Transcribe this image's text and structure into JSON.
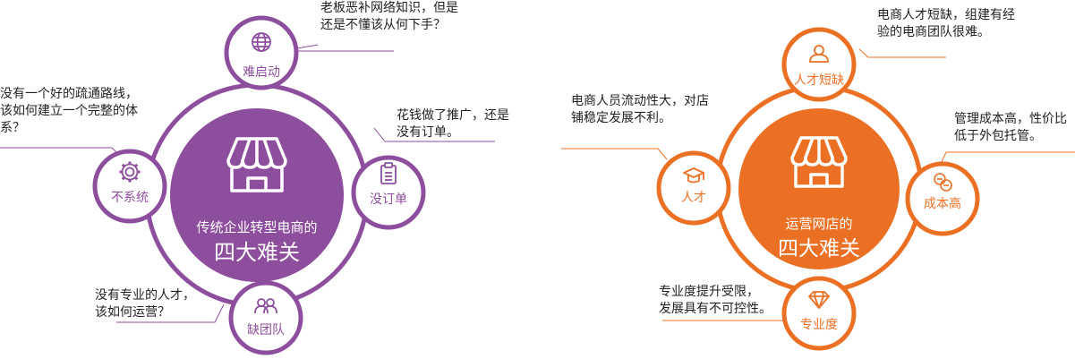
{
  "colors": {
    "purple": "#8e4e9e",
    "orange": "#ec7024",
    "text": "#222222",
    "white": "#ffffff"
  },
  "left": {
    "center": {
      "icon": "shop-storefront-icon",
      "line1": "传统企业转型电商的",
      "line2": "四大难关"
    },
    "nodes": {
      "top": {
        "label": "难启动",
        "icon": "globe-icon"
      },
      "right": {
        "label": "没订单",
        "icon": "clipboard-icon"
      },
      "bottom": {
        "label": "缺团队",
        "icon": "team-icon"
      },
      "left": {
        "label": "不系统",
        "icon": "gear-icon"
      }
    },
    "notes": {
      "top": {
        "line1": "老板恶补网络知识，但是",
        "line2": "还是不懂该从何下手？"
      },
      "right": {
        "line1": "花钱做了推广，还是",
        "line2": "没有订单。"
      },
      "bottom": {
        "line1": "没有专业的人才，",
        "line2": "该如何运营？"
      },
      "left": {
        "line1": "没有一个好的疏通路线，",
        "line2": "该如何建立一个完整的体",
        "line3": "系？"
      }
    }
  },
  "right": {
    "center": {
      "icon": "shop-storefront-icon",
      "line1": "运营网店的",
      "line2": "四大难关"
    },
    "nodes": {
      "top": {
        "label": "人才短缺",
        "icon": "user-icon"
      },
      "right": {
        "label": "成本高",
        "icon": "coins-icon"
      },
      "bottom": {
        "label": "专业度",
        "icon": "diamond-icon"
      },
      "left": {
        "label": "人才",
        "icon": "graduation-cap-icon"
      }
    },
    "notes": {
      "top": {
        "line1": "电商人才短缺，组建有经",
        "line2": "验的电商团队很难。"
      },
      "right": {
        "line1": "管理成本高，性价比",
        "line2": "低于外包托管。"
      },
      "bottom": {
        "line1": "专业度提升受限，",
        "line2": "发展具有不可控性。"
      },
      "left": {
        "line1": "电商人员流动性大，对店",
        "line2": "铺稳定发展不利。"
      }
    }
  }
}
